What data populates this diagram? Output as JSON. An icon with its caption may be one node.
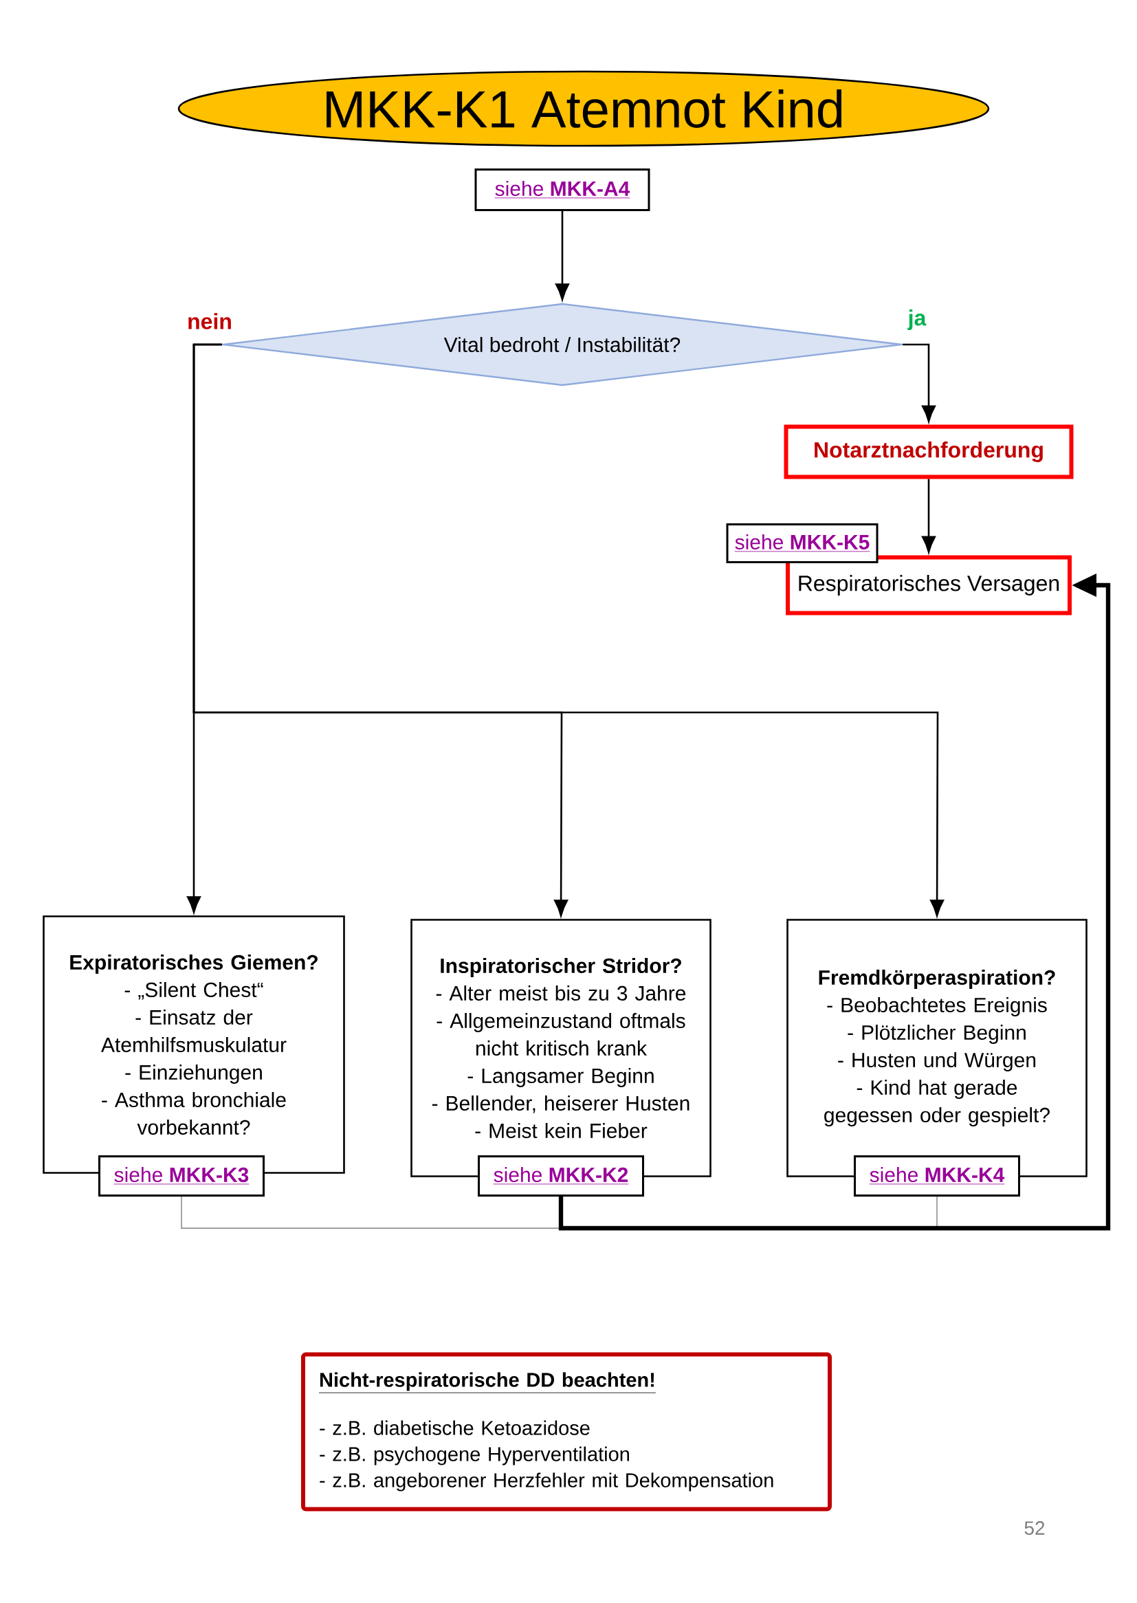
{
  "diagram": {
    "title": "MKK-K1 Atemnot Kind",
    "nodes": [
      {
        "text": [
          "siehe **MKK-A4**"
        ]
      },
      {
        "text": [
          "Vital bedroht /  Instabilität?"
        ]
      },
      {
        "text": [
          "Notarztnachforderung"
        ]
      },
      {
        "text": [
          "siehe **MKK-K5**"
        ]
      },
      {
        "text": [
          "Respiratorisches Versagen"
        ]
      },
      {
        "text": [
          "Expiratorisches Giemen?",
          "- „Silent Chest“",
          "- Einsatz der Atemhilfsmuskulatur",
          "- Einziehungen",
          "- Asthma bronchiale vorbekannt?"
        ]
      },
      {
        "text": [
          "siehe **MKK-K3**"
        ]
      },
      {
        "text": [
          "Inspiratorischer Stridor?",
          "- Alter meist bis zu 3 Jahre",
          "- Allgemeinzustand oftmals nicht kritisch krank",
          "- Langsamer Beginn",
          "- Bellender, heiserer Husten",
          "- Meist kein Fieber"
        ]
      },
      {
        "text": [
          "siehe **MKK-K2**"
        ]
      },
      {
        "text": [
          "Fremdkörperaspiration?",
          "- Beobachtetes Ereignis",
          "- Plötzlicher Beginn",
          "- Husten und Würgen",
          "- Kind hat gerade gegessen oder gespielt?"
        ]
      },
      {
        "text": [
          "siehe **MKK-K4**"
        ]
      },
      {
        "text": [
          "Nicht-respiratorische DD beachten!",
          "- z.B. diabetische Ketoazidose",
          "- z.B. psychogene Hyperventilation",
          "- z.B. angeborener Herzfehler mit Dekompensation"
        ]
      }
    ],
    "edges": [
      {
        "from": 0,
        "to": 1,
        "arrow": "to"
      },
      {
        "from": 1,
        "to": 5,
        "arrow": "to",
        "label": "nein"
      },
      {
        "from": 1,
        "to": 7,
        "arrow": "to"
      },
      {
        "from": 1,
        "to": 9,
        "arrow": "to"
      },
      {
        "from": 1,
        "to": 2,
        "arrow": "to",
        "label": "ja"
      },
      {
        "from": 2,
        "to": 4,
        "arrow": "to"
      },
      {
        "from": 6,
        "to": 8,
        "arrow": "none",
        "color": "#7f7f7f"
      },
      {
        "from": 10,
        "to": 8,
        "arrow": "none",
        "color": "#7f7f7f"
      },
      {
        "from": 8,
        "to": 4,
        "arrow": "to",
        "style": "thick"
      }
    ],
    "labels": [
      "52"
    ]
  }
}
